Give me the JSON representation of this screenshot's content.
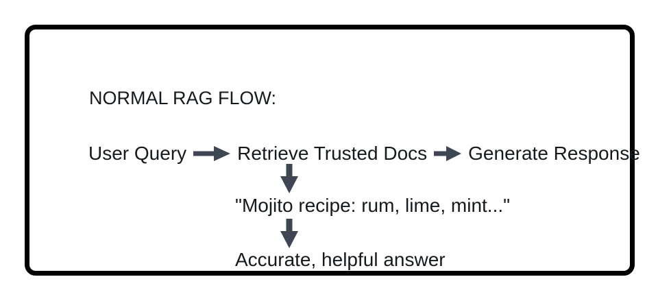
{
  "diagram": {
    "title": "NORMAL RAG FLOW:",
    "flow_row": {
      "steps": [
        "User Query",
        "Retrieve Trusted Docs",
        "Generate Response"
      ]
    },
    "doc_snippet": "\"Mojito recipe: rum, lime, mint...\"",
    "outcome": "Accurate, helpful answer",
    "colors": {
      "frame_border": "#000000",
      "text": "#17191e",
      "arrow": "#3e4653",
      "background": "#ffffff"
    }
  }
}
